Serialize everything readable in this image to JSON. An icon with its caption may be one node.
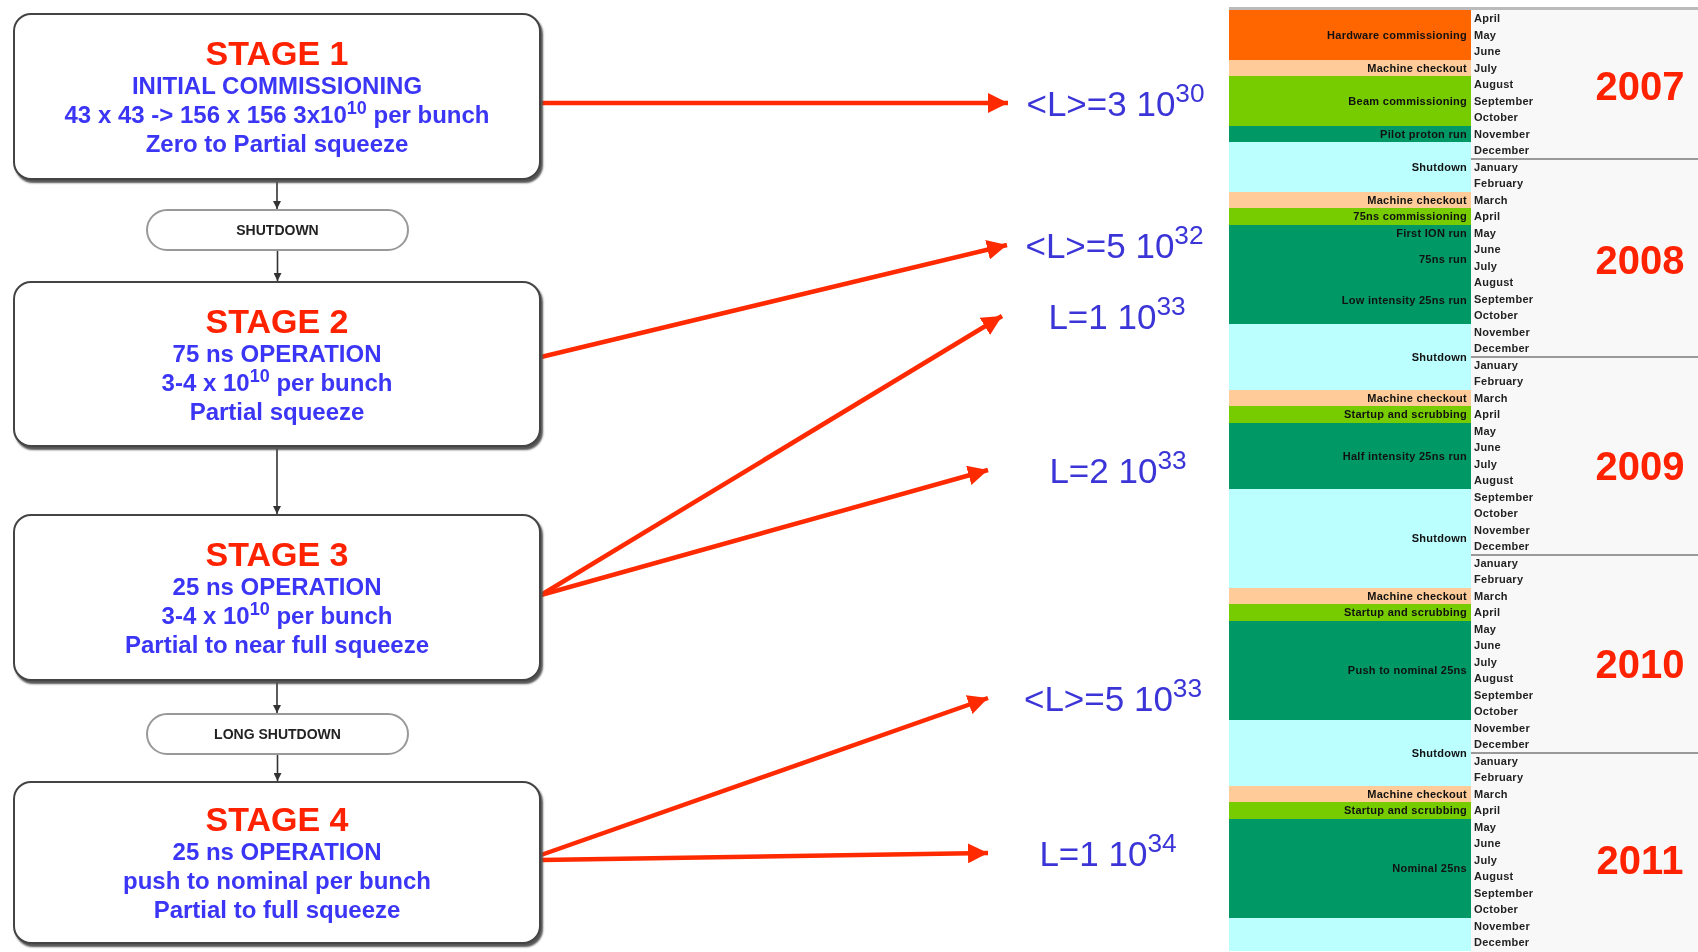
{
  "diagram": {
    "nodes": [
      {
        "text": [
          "STAGE 1",
          "INITIAL COMMISSIONING",
          "43 x 43 -> 156 x 156 3x10$^{10}$ per bunch",
          "Zero to Partial squeeze"
        ]
      },
      {
        "text": [
          "SHUTDOWN"
        ]
      },
      {
        "text": [
          "STAGE 2",
          "75 ns OPERATION",
          "3-4 x 10$^{10}$ per bunch",
          "Partial squeeze"
        ]
      },
      {
        "text": [
          "STAGE 3",
          "25 ns OPERATION",
          "3-4 x 10$^{10}$ per bunch",
          "Partial to near full squeeze"
        ]
      },
      {
        "text": [
          "LONG SHUTDOWN"
        ]
      },
      {
        "text": [
          "STAGE 4",
          "25 ns OPERATION",
          "push to nominal per bunch",
          "Partial to full squeeze"
        ]
      },
      {
        "text": [
          "<L>=3 10$^{30}$"
        ]
      },
      {
        "text": [
          "<L>=5 10$^{32}$"
        ]
      },
      {
        "text": [
          "L=1 10$^{33}$"
        ]
      },
      {
        "text": [
          "L=2 10$^{33}$"
        ]
      },
      {
        "text": [
          "<L>=5 10$^{33}$"
        ]
      },
      {
        "text": [
          "L=1 10$^{34}$"
        ]
      },
      {
        "text": [
          "Hardware commissioning"
        ]
      },
      {
        "text": [
          "Machine checkout"
        ]
      },
      {
        "text": [
          "Beam commissioning"
        ]
      },
      {
        "text": [
          "Pilot proton run"
        ]
      },
      {
        "text": [
          "Shutdown"
        ]
      },
      {
        "text": [
          "Machine checkout"
        ]
      },
      {
        "text": [
          "75ns commissioning"
        ]
      },
      {
        "text": [
          "First ION run",
          "75ns run",
          "Low intensity 25ns run"
        ]
      },
      {
        "text": [
          "Shutdown"
        ]
      },
      {
        "text": [
          "Machine checkout"
        ]
      },
      {
        "text": [
          "Startup and scrubbing"
        ]
      },
      {
        "text": [
          "Half intensity 25ns run"
        ]
      },
      {
        "text": [
          "Shutdown"
        ]
      },
      {
        "text": [
          "Machine checkout"
        ]
      },
      {
        "text": [
          "Startup and scrubbing"
        ]
      },
      {
        "text": [
          "Push to nominal 25ns"
        ]
      },
      {
        "text": [
          "Shutdown"
        ]
      },
      {
        "text": [
          "Machine checkout"
        ]
      },
      {
        "text": [
          "Startup and scrubbing"
        ]
      },
      {
        "text": [
          "Nominal 25ns"
        ]
      },
      {
        "text": [],
        "shape": "bar"
      }
    ],
    "edges": [
      {
        "from": 0,
        "to": 1,
        "arrow": "to",
        "color": "#333333"
      },
      {
        "from": 1,
        "to": 2,
        "arrow": "to",
        "color": "#333333"
      },
      {
        "from": 2,
        "to": 3,
        "arrow": "to",
        "color": "#333333"
      },
      {
        "from": 3,
        "to": 4,
        "arrow": "to",
        "color": "#333333"
      },
      {
        "from": 4,
        "to": 5,
        "arrow": "to",
        "color": "#333333"
      },
      {
        "from": 0,
        "to": 6,
        "arrow": "to"
      },
      {
        "from": 2,
        "to": 7,
        "arrow": "to"
      },
      {
        "from": 3,
        "to": 8,
        "arrow": "to"
      },
      {
        "from": 3,
        "to": 9,
        "arrow": "to"
      },
      {
        "from": 5,
        "to": 10,
        "arrow": "to"
      },
      {
        "from": 5,
        "to": 11,
        "arrow": "to"
      }
    ],
    "labels": [
      "April",
      "May",
      "June",
      "July",
      "August",
      "September",
      "October",
      "November",
      "December",
      "January",
      "February",
      "March",
      "April",
      "May",
      "June",
      "July",
      "August",
      "September",
      "October",
      "November",
      "December",
      "January",
      "February",
      "March",
      "April",
      "May",
      "June",
      "July",
      "August",
      "September",
      "October",
      "November",
      "December",
      "January",
      "February",
      "March",
      "April",
      "May",
      "June",
      "July",
      "August",
      "September",
      "October",
      "November",
      "December",
      "January",
      "February",
      "March",
      "April",
      "May",
      "June",
      "July",
      "August",
      "September",
      "October",
      "November",
      "December",
      "2007",
      "2008",
      "2009",
      "2010",
      "2011"
    ]
  }
}
